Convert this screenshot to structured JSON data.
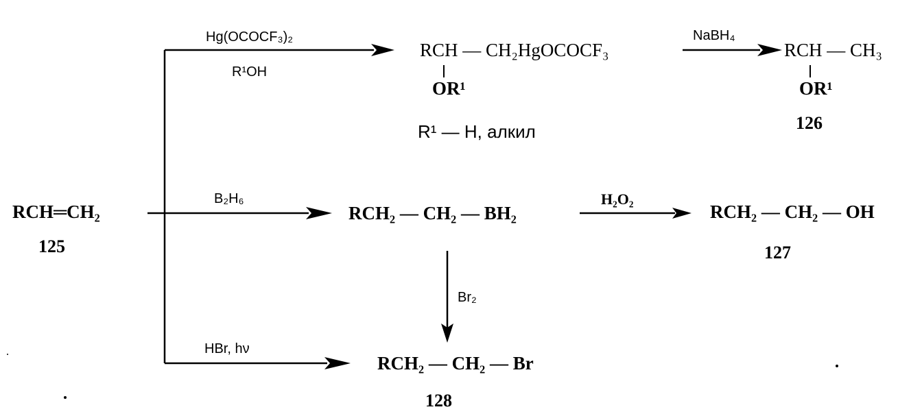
{
  "compounds": {
    "c125": {
      "formula": "RCH═CH₂",
      "number": "125"
    },
    "mercury_adduct": {
      "main": "RCH — CH₂HgOCOCF₃",
      "substituent": "OR¹"
    },
    "c126": {
      "main": "RCH — CH₃",
      "substituent": "OR¹",
      "number": "126"
    },
    "borane": {
      "formula": "RCH₂ — CH₂ — BH₂"
    },
    "c127": {
      "formula": "RCH₂ — CH₂ — OH",
      "number": "127"
    },
    "c128": {
      "formula": "RCH₂ — CH₂ — Br",
      "number": "128"
    }
  },
  "reagents": {
    "top_above": "Hg(OCOCF₃)₂",
    "top_below": "R¹OH",
    "nabh4": "NaBH₄",
    "b2h6": "B₂H₆",
    "h2o2": "H₂O₂",
    "br2": "Br₂",
    "hbr": "HBr, hν"
  },
  "notes": {
    "r1_definition": "R¹ — H, алкил"
  }
}
